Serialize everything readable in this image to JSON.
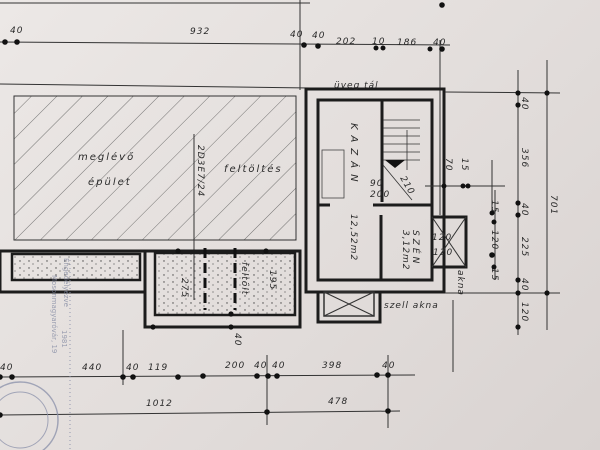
{
  "drawing": {
    "labels": {
      "existing_building_1": "meglévő",
      "existing_building_2": "épület",
      "fill": "feltöltés",
      "lot_code": "2D3E7/24",
      "fill_short": "feltölt",
      "glass_roof": "üveg tál",
      "boiler_room": "KAZÁN",
      "boiler_area": "12,52m2",
      "coal_room": "SZÉN",
      "coal_area": "3,12m2",
      "shaft": "akna",
      "vent_shaft": "szell akna"
    },
    "top_dims": [
      "40",
      "932",
      "40",
      "40",
      "202",
      "10",
      "186",
      "40"
    ],
    "right_dims": [
      "40",
      "356",
      "40",
      "225",
      "40",
      "120",
      "701"
    ],
    "inner_dims": [
      "70",
      "15",
      "15",
      "120",
      "15",
      "90",
      "200",
      "210",
      "120",
      "120",
      "195",
      "275",
      "40"
    ],
    "bottom_dims": [
      "40",
      "440",
      "40",
      "119",
      "200",
      "40",
      "40",
      "398",
      "40"
    ],
    "bottom_totals": [
      "1012",
      "478"
    ],
    "stamp": {
      "line1": "Engedélyezve",
      "line2": "Mosonmagyaróvár, 19",
      "line3": "1981"
    }
  }
}
